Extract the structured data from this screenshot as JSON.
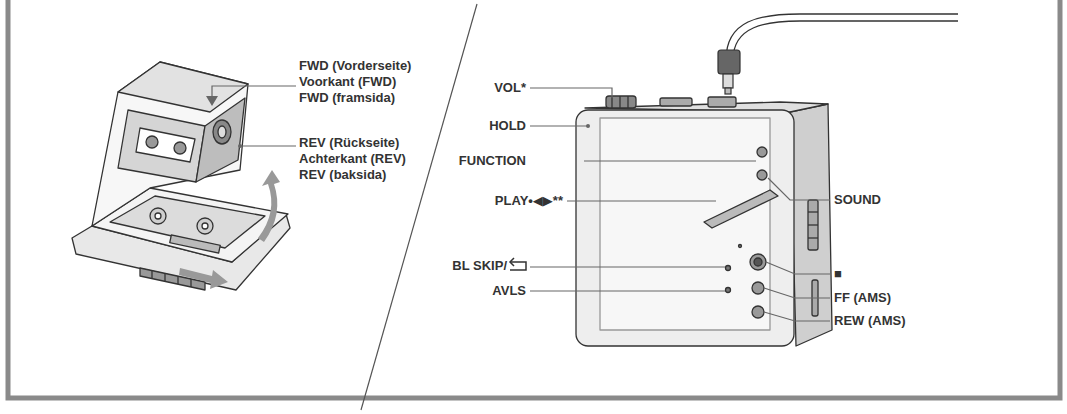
{
  "diagram": {
    "labels": [
      "FWD (Vorderseite)",
      "Voorkant (FWD)",
      "FWD (framsida)",
      "REV (Rückseite)",
      "Achterkant (REV)",
      "REV (baksida)",
      "VOL*",
      "HOLD",
      "FUNCTION",
      "PLAY•◀▶**",
      "BL SKIP/",
      "AVLS",
      "SOUND",
      "■",
      "FF (AMS)",
      "REW (AMS)"
    ]
  }
}
